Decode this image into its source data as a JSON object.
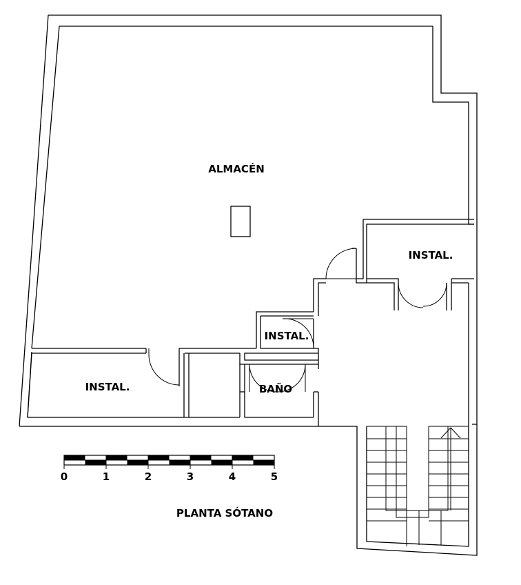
{
  "rooms": {
    "almacen": "ALMACÉN",
    "instal_right": "INSTAL.",
    "instal_center": "INSTAL.",
    "instal_left": "INSTAL.",
    "bano": "BAÑO"
  },
  "scale": {
    "ticks": [
      "0",
      "1",
      "2",
      "3",
      "4",
      "5"
    ]
  },
  "title": "PLANTA SÓTANO"
}
